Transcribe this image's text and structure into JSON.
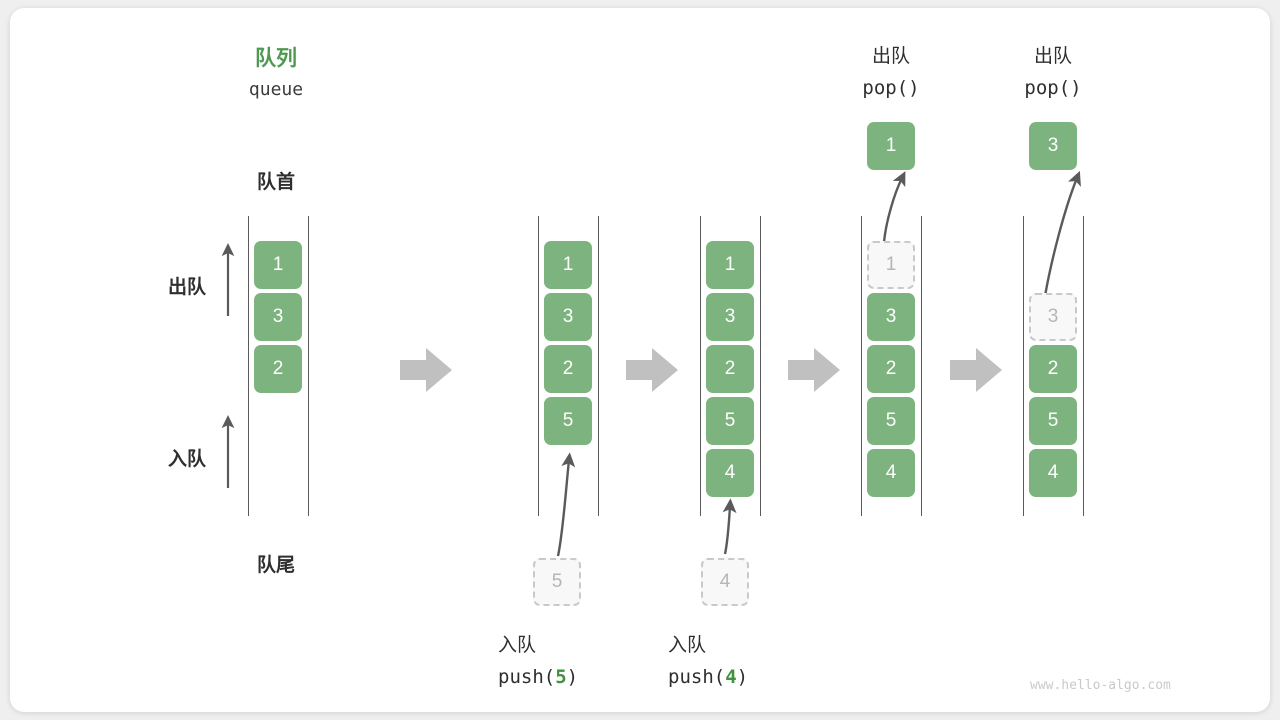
{
  "figure": {
    "title_cn": "队列",
    "title_code": "queue",
    "front_label": "队首",
    "rear_label": "队尾",
    "dequeue_label": "出队",
    "enqueue_label": "入队",
    "watermark": "www.hello-algo.com",
    "accent_color": "#41923f",
    "box_color": "#7db37f",
    "ghost_color": "#c9c9c9",
    "arrow_color": "#5a5a5a",
    "transition_arrow_color": "#c0c0c0"
  },
  "columns": [
    {
      "id": "initial",
      "op_cn": "",
      "op_code": "",
      "op_arg": "",
      "boxes": [
        {
          "value": "1",
          "state": "filled"
        },
        {
          "value": "3",
          "state": "filled"
        },
        {
          "value": "2",
          "state": "filled"
        }
      ],
      "floating_box": null,
      "incoming_box": null
    },
    {
      "id": "push-5",
      "op_cn": "入队",
      "op_code_prefix": "push(",
      "op_arg": "5",
      "op_code_suffix": ")",
      "boxes": [
        {
          "value": "1",
          "state": "filled"
        },
        {
          "value": "3",
          "state": "filled"
        },
        {
          "value": "2",
          "state": "filled"
        },
        {
          "value": "5",
          "state": "filled"
        }
      ],
      "incoming_box": {
        "value": "5",
        "state": "ghost"
      }
    },
    {
      "id": "push-4",
      "op_cn": "入队",
      "op_code_prefix": "push(",
      "op_arg": "4",
      "op_code_suffix": ")",
      "boxes": [
        {
          "value": "1",
          "state": "filled"
        },
        {
          "value": "3",
          "state": "filled"
        },
        {
          "value": "2",
          "state": "filled"
        },
        {
          "value": "5",
          "state": "filled"
        },
        {
          "value": "4",
          "state": "filled"
        }
      ],
      "incoming_box": {
        "value": "4",
        "state": "ghost"
      }
    },
    {
      "id": "pop-1",
      "op_cn": "出队",
      "op_code_prefix": "pop(",
      "op_arg": "",
      "op_code_suffix": ")",
      "boxes": [
        {
          "value": "1",
          "state": "ghost"
        },
        {
          "value": "3",
          "state": "filled"
        },
        {
          "value": "2",
          "state": "filled"
        },
        {
          "value": "5",
          "state": "filled"
        },
        {
          "value": "4",
          "state": "filled"
        }
      ],
      "popped_box": {
        "value": "1",
        "state": "filled"
      }
    },
    {
      "id": "pop-3",
      "op_cn": "出队",
      "op_code_prefix": "pop(",
      "op_arg": "",
      "op_code_suffix": ")",
      "boxes": [
        {
          "value": "3",
          "state": "ghost"
        },
        {
          "value": "2",
          "state": "filled"
        },
        {
          "value": "5",
          "state": "filled"
        },
        {
          "value": "4",
          "state": "filled"
        }
      ],
      "popped_box": {
        "value": "3",
        "state": "filled"
      }
    }
  ],
  "labels": {
    "col1_title_cn": "队列",
    "col1_title_code": "queue",
    "front": "队首",
    "rear": "队尾",
    "dequeue": "出队",
    "enqueue": "入队",
    "push5_cn": "入队",
    "push5_code_pre": "push(",
    "push5_arg": "5",
    "push5_code_post": ")",
    "push4_cn": "入队",
    "push4_code_pre": "push(",
    "push4_arg": "4",
    "push4_code_post": ")",
    "pop1_cn": "出队",
    "pop1_code": "pop()",
    "pop3_cn": "出队",
    "pop3_code": "pop()"
  }
}
